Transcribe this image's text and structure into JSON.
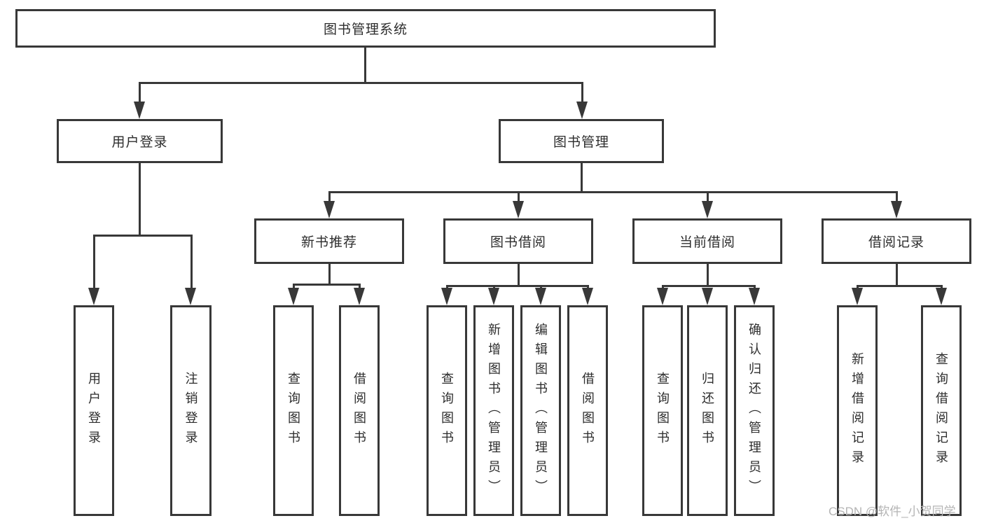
{
  "diagram": {
    "root": "图书管理系统",
    "login": {
      "label": "用户登录",
      "children": [
        "用户登录",
        "注销登录"
      ]
    },
    "management": {
      "label": "图书管理",
      "sections": [
        {
          "label": "新书推荐",
          "children": [
            "查询图书",
            "借阅图书"
          ]
        },
        {
          "label": "图书借阅",
          "children": [
            "查询图书",
            "新增图书（管理员）",
            "编辑图书（管理员）",
            "借阅图书"
          ]
        },
        {
          "label": "当前借阅",
          "children": [
            "查询图书",
            "归还图书",
            "确认归还（管理员）"
          ]
        },
        {
          "label": "借阅记录",
          "children": [
            "新增借阅记录",
            "查询借阅记录"
          ]
        }
      ]
    }
  },
  "watermark": "CSDN @软件_小贺同学",
  "colors": {
    "line": "#383838",
    "text": "#2d2d2d",
    "watermark": "#b4b4b4",
    "background": "#ffffff"
  }
}
